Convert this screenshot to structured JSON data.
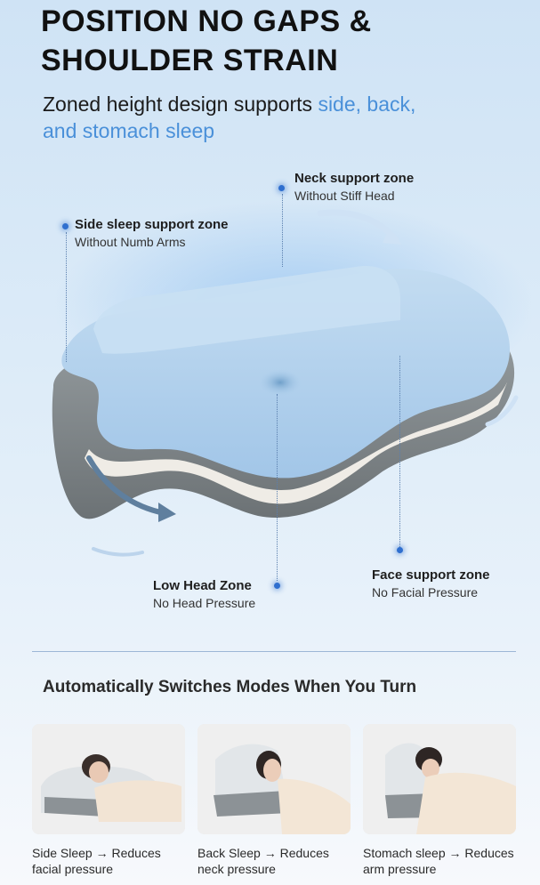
{
  "header": {
    "headline_line1": "POSITION NO GAPS &",
    "headline_line2": "SHOULDER STRAIN",
    "subhead_plain": "Zoned height design supports ",
    "subhead_highlight": "side, back, and stomach sleep"
  },
  "callouts": {
    "neck": {
      "title": "Neck support zone",
      "subtitle": "Without Stiff Head"
    },
    "side": {
      "title": "Side sleep support zone",
      "subtitle": "Without Numb Arms"
    },
    "low_head": {
      "title": "Low Head Zone",
      "subtitle": "No Head Pressure"
    },
    "face": {
      "title": "Face support zone",
      "subtitle": "No Facial Pressure"
    }
  },
  "modes_section": {
    "title": "Automatically Switches Modes When You Turn",
    "items": [
      {
        "caption": "Side Sleep → Reduces facial pressure"
      },
      {
        "caption": "Back Sleep → Reduces neck pressure"
      },
      {
        "caption": "Stomach sleep → Reduces arm pressure"
      }
    ]
  },
  "colors": {
    "accent": "#4a90d9",
    "pillow_blue": "#a9cbea",
    "pillow_grey": "#7f8588",
    "dot_blue": "#2f6fcf"
  }
}
